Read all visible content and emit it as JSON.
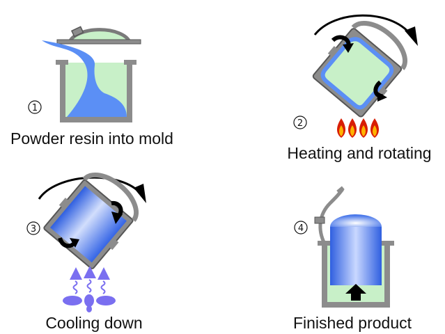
{
  "steps": [
    {
      "number": "1",
      "caption": "Powder resin into mold"
    },
    {
      "number": "2",
      "caption": "Heating and rotating"
    },
    {
      "number": "3",
      "caption": "Cooling down"
    },
    {
      "number": "4",
      "caption": "Finished product"
    }
  ],
  "colors": {
    "mold": "#8c8c8c",
    "mold_stroke": "#555555",
    "powder": "#c8f0c8",
    "resin": "#5b8ff5",
    "product": "#3a6ae6",
    "flame": "#d81e05",
    "flame_inner": "#ffb400",
    "cool_air": "#7a6ff0",
    "arrow": "#000000"
  },
  "icons": [
    "rotation-arrow-icon",
    "flame-icon",
    "cooling-fan-icon",
    "steam-icon",
    "eject-arrow-icon"
  ]
}
